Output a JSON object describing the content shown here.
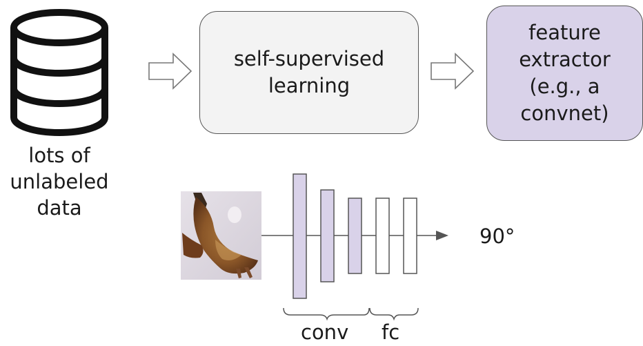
{
  "data_label": {
    "line1": "lots of",
    "line2": "unlabeled",
    "line3": "data"
  },
  "ssl_box": {
    "line1": "self-supervised",
    "line2": "learning"
  },
  "extractor_box": {
    "line1": "feature",
    "line2": "extractor",
    "line3": "(e.g., a",
    "line4": "convnet)"
  },
  "network": {
    "output_label": "90°",
    "conv_label": "conv",
    "fc_label": "fc"
  },
  "colors": {
    "conv_fill": "#d9d2e9",
    "fc_fill": "#ffffff",
    "ssl_fill": "#f3f3f3",
    "extractor_fill": "#d9d2e9",
    "stroke": "#555555"
  },
  "icons": {
    "database": "database-icon",
    "arrows": "hollow-right-arrow-icon",
    "image": "bird-photo"
  }
}
